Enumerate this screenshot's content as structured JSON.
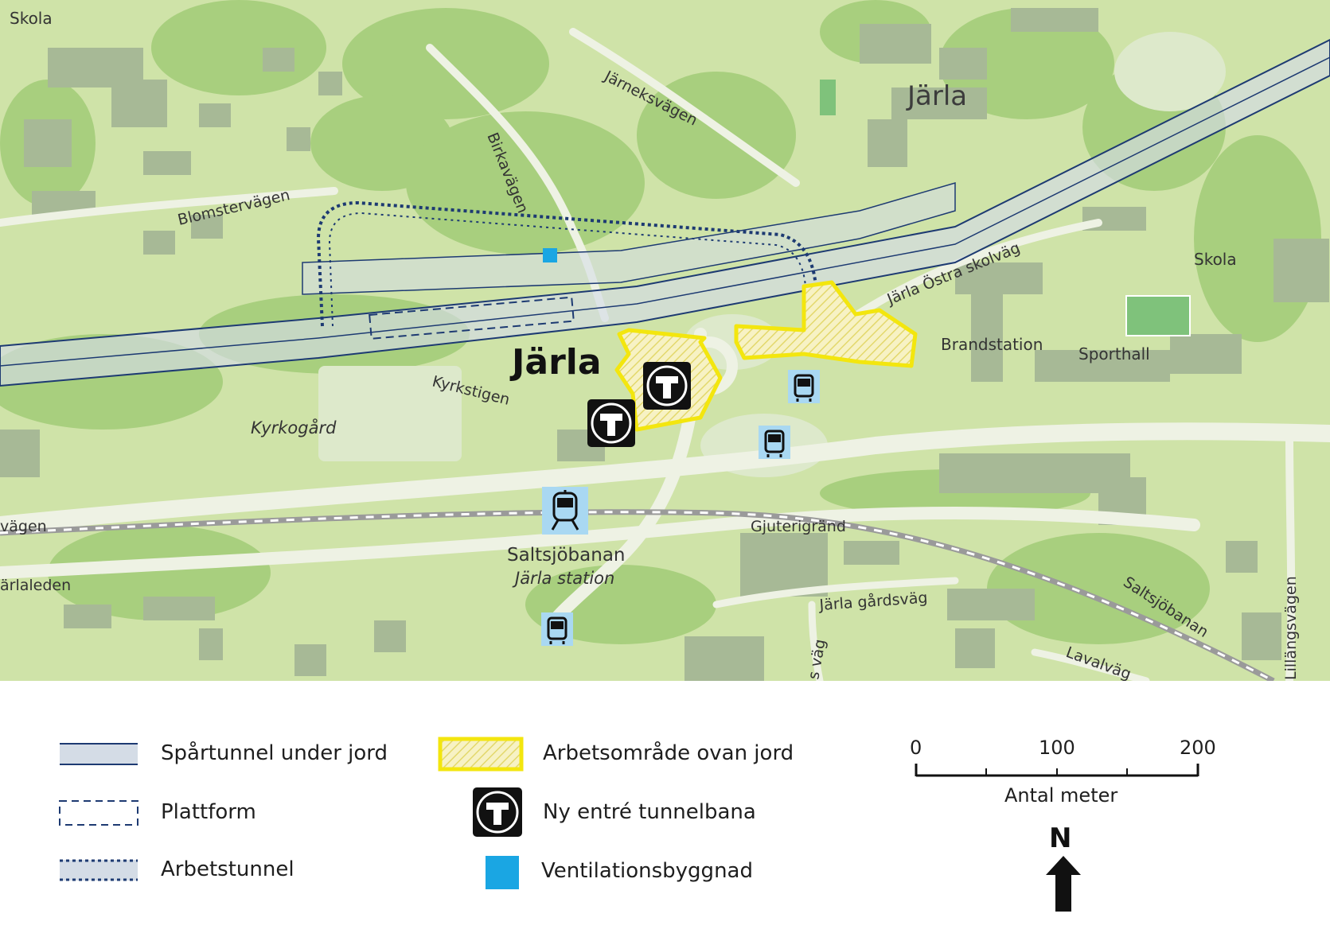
{
  "map": {
    "station_name": "Järla",
    "district_name": "Järla",
    "labels": {
      "skola_nw": "Skola",
      "skola_e": "Skola",
      "blomstervagen": "Blomstervägen",
      "birkavagen": "Birkavägen",
      "jarneksvagen": "Järneksvägen",
      "jarla_ostra_skolvag": "Järla Östra skolväg",
      "brandstation": "Brandstation",
      "sporthall": "Sporthall",
      "kyrkstigen": "Kyrkstigen",
      "kyrkogard": "Kyrkogård",
      "vagen_w": "vägen",
      "jarlaleden": "ärlaleden",
      "saltsjobanan_station": "Saltsjöbanan",
      "jarla_station": "Järla station",
      "gjuterigrand": "Gjuterigränd",
      "jarla_gardsvag": "Järla gårdsväg",
      "saltsjobanan_track": "Saltsjöbanan",
      "lillangsvagen": "Lillängsvägen",
      "lavalvagen": "Lavalväg",
      "s_vag": "s väg"
    },
    "icons": {
      "metro_entrance": "metro-t-icon",
      "bus_stop": "bus-icon",
      "train_station": "train-icon",
      "north_arrow": "north-arrow-icon"
    },
    "colors": {
      "land": "#cfe3a8",
      "forest": "#a8cf7e",
      "building": "#a7b996",
      "road": "#eef2e4",
      "tunnel_fill": "#d4dce6",
      "tunnel_line": "#1d3a72",
      "work_area": "#f3e60e",
      "ventilation": "#1aa6e3",
      "transit_bg": "#a9d8f2"
    }
  },
  "legend": {
    "items": [
      {
        "label": "Spårtunnel under jord"
      },
      {
        "label": "Plattform"
      },
      {
        "label": "Arbetstunnel"
      },
      {
        "label": "Arbetsområde ovan jord"
      },
      {
        "label": "Ny entré tunnelbana"
      },
      {
        "label": "Ventilationsbyggnad"
      }
    ],
    "scale": {
      "ticks": [
        "0",
        "100",
        "200"
      ],
      "unit_label": "Antal meter"
    },
    "north_label": "N"
  }
}
